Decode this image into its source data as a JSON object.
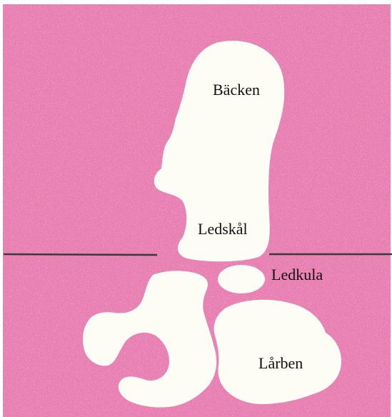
{
  "labels": {
    "pelvis": "Bäcken",
    "socket": "Ledskål",
    "ball": "Ledkula",
    "femur": "Lårben"
  },
  "colors": {
    "background": "#e77db0",
    "paper": "#ffffff",
    "bone": "#fdfdf5",
    "line": "#3a3a3a",
    "text": "#111111"
  }
}
